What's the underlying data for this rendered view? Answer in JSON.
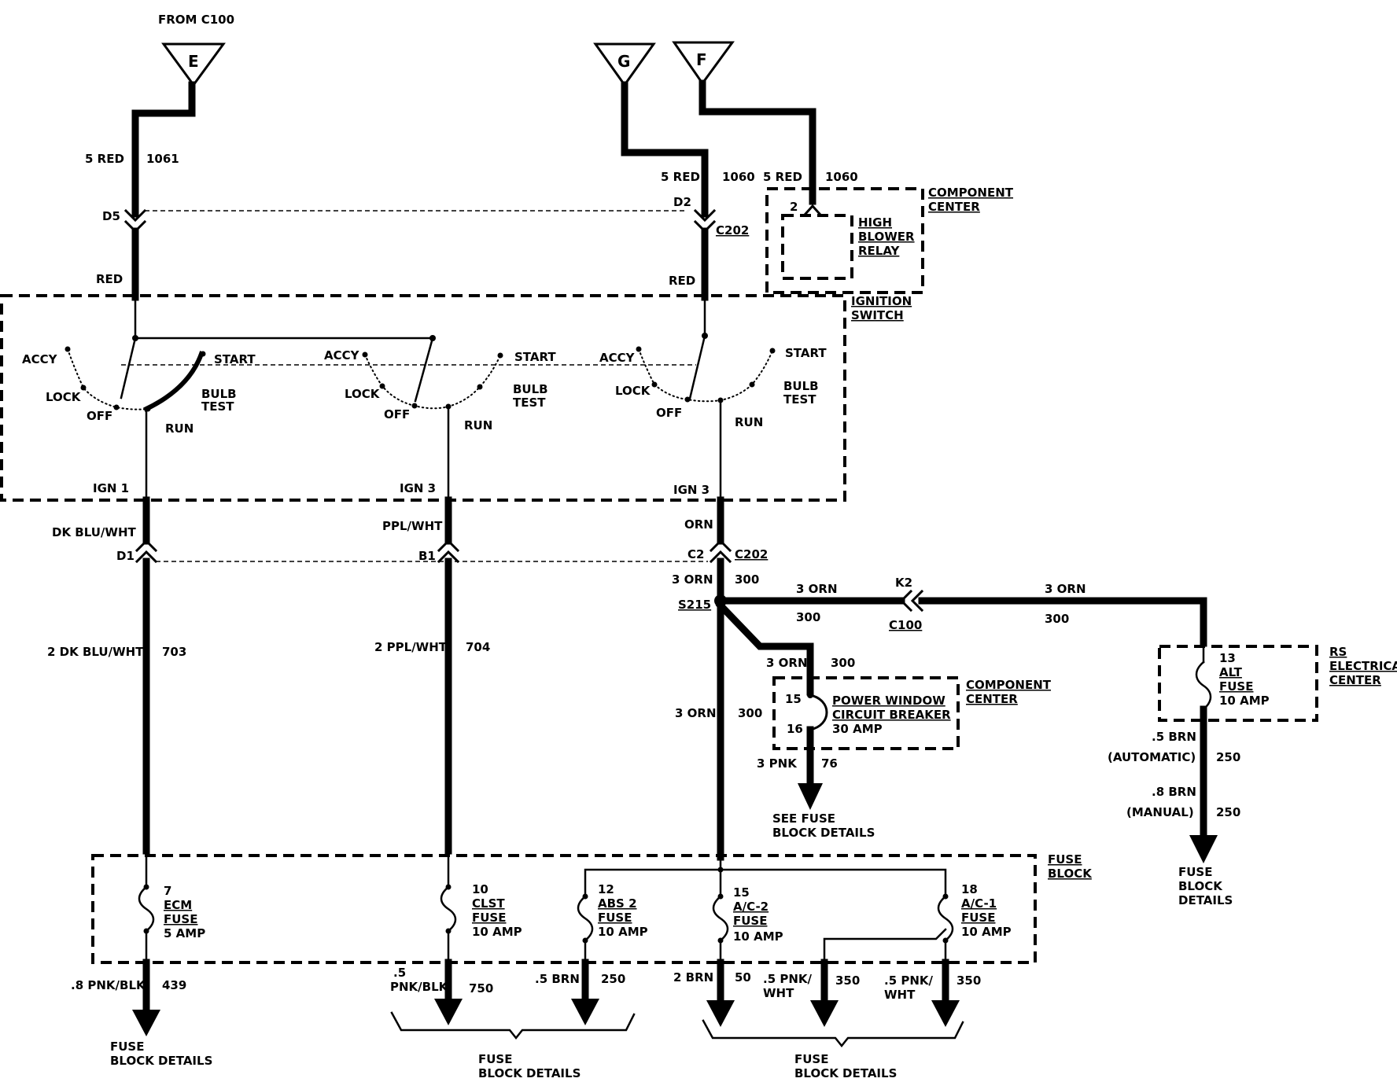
{
  "inputs": {
    "from_c100": "FROM C100",
    "e": "E",
    "g": "G",
    "f": "F"
  },
  "top_wires": {
    "e_gauge": "5 RED",
    "e_circuit": "1061",
    "g_gauge": "5 RED",
    "g_circuit": "1060",
    "f_gauge": "5 RED",
    "f_circuit": "1060",
    "d5": "D5",
    "d2": "D2",
    "c202_top": "C202",
    "red_left": "RED",
    "red_right": "RED"
  },
  "relay": {
    "pin": "2",
    "name_line1": "HIGH",
    "name_line2": "BLOWER",
    "name_line3": "RELAY",
    "box_line1": "COMPONENT",
    "box_line2": "CENTER"
  },
  "ignition": {
    "title_line1": "IGNITION",
    "title_line2": "SWITCH",
    "accy": "ACCY",
    "lock": "LOCK",
    "off": "OFF",
    "run": "RUN",
    "start": "START",
    "bulb": "BULB",
    "test": "TEST",
    "ign1": "IGN 1",
    "ign3a": "IGN 3",
    "ign3b": "IGN 3"
  },
  "mid_wires": {
    "dkbluwht": "DK BLU/WHT",
    "pplwht": "PPL/WHT",
    "orn": "ORN",
    "d1": "D1",
    "b1": "B1",
    "c2": "C2",
    "c202_mid": "C202",
    "gauge_3orn_a": "3 ORN",
    "circ_300_a": "300",
    "s215": "S215",
    "gauge_3orn_b": "3 ORN",
    "k2": "K2",
    "circ_300_b": "300",
    "c100": "C100",
    "gauge_3orn_c": "3 ORN",
    "circ_300_c": "300",
    "gauge_2dkbluwht": "2 DK BLU/WHT",
    "circ_703": "703",
    "gauge_2pplwht": "2 PPL/WHT",
    "circ_704": "704",
    "gauge_3orn_d": "3 ORN",
    "circ_300_d": "300",
    "gauge_3orn_e": "3 ORN",
    "circ_300_e": "300"
  },
  "power_window": {
    "pin15": "15",
    "pin16": "16",
    "line1": "POWER WINDOW",
    "line2": "CIRCUIT BREAKER",
    "line3": "30 AMP",
    "center1": "COMPONENT",
    "center2": "CENTER",
    "out_gauge": "3 PNK",
    "out_circuit": "76",
    "see1": "SEE FUSE",
    "see2": "BLOCK DETAILS"
  },
  "rs_center": {
    "label1": "RS",
    "label2": "ELECTRICAL",
    "label3": "CENTER",
    "fuse_no": "13",
    "fuse_name": "ALT",
    "fuse_word": "FUSE",
    "fuse_amp": "10 AMP",
    "auto_gauge": ".5 BRN",
    "auto_note": "(AUTOMATIC)",
    "auto_circ": "250",
    "man_gauge": ".8 BRN",
    "man_note": "(MANUAL)",
    "man_circ": "250",
    "dest1": "FUSE",
    "dest2": "BLOCK",
    "dest3": "DETAILS"
  },
  "fuse_block": {
    "title1": "FUSE",
    "title2": "BLOCK",
    "fuses": [
      {
        "no": "7",
        "name": "ECM",
        "word": "FUSE",
        "amp": "5 AMP"
      },
      {
        "no": "10",
        "name": "CLST",
        "word": "FUSE",
        "amp": "10 AMP"
      },
      {
        "no": "12",
        "name": "ABS 2",
        "word": "FUSE",
        "amp": "10 AMP"
      },
      {
        "no": "15",
        "name": "A/C-2",
        "word": "FUSE",
        "amp": "10 AMP"
      },
      {
        "no": "18",
        "name": "A/C-1",
        "word": "FUSE",
        "amp": "10 AMP"
      }
    ]
  },
  "outputs": {
    "o1_gauge": ".8 PNK/BLK",
    "o1_circ": "439",
    "o2_gauge1": ".5",
    "o2_gauge2": "PNK/BLK",
    "o2_circ": "750",
    "o3_gauge": ".5 BRN",
    "o3_circ": "250",
    "o4_gauge": "2 BRN",
    "o4_circ": "50",
    "o5_gauge1": ".5 PNK/",
    "o5_gauge2": "WHT",
    "o5_circ": "350",
    "o6_gauge1": ".5 PNK/",
    "o6_gauge2": "WHT",
    "o6_circ": "350",
    "d1_line1": "FUSE",
    "d1_line2": "BLOCK DETAILS",
    "d2_line1": "FUSE",
    "d2_line2": "BLOCK DETAILS",
    "d3_line1": "FUSE",
    "d3_line2": "BLOCK DETAILS"
  }
}
